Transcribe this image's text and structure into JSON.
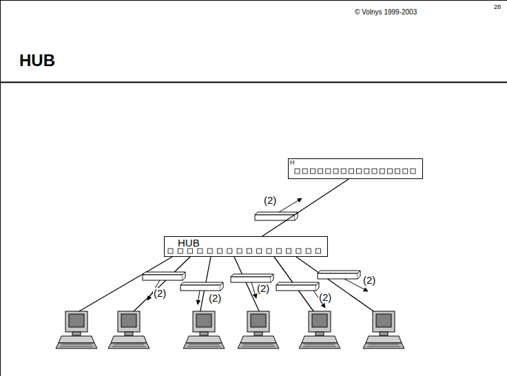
{
  "diagram": {
    "title": "HUB",
    "nodes": [
      {
        "text": [
          "H"
        ]
      },
      {
        "text": [
          "HUB"
        ]
      }
    ],
    "edges": [
      {
        "from": 1,
        "to": 0,
        "arrow": "none"
      }
    ],
    "labels": [
      "© Volnys 1999-2003",
      "28",
      "(2)",
      "(2)",
      "(2)",
      "(2)",
      "(2)",
      "(2)"
    ]
  }
}
